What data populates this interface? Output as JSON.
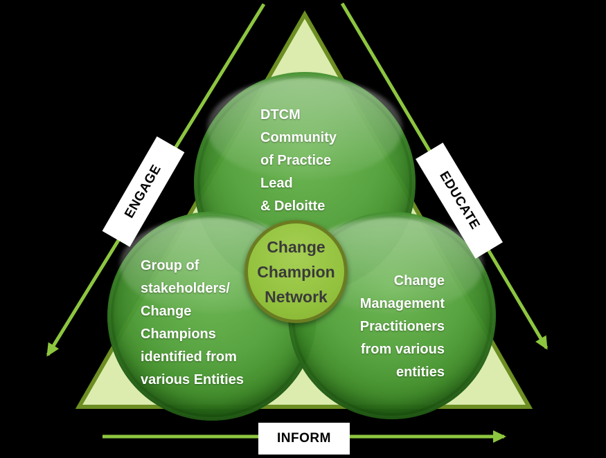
{
  "edges": {
    "engage_label": "ENGAGE",
    "educate_label": "EDUCATE",
    "inform_label": "INFORM"
  },
  "circles": {
    "top": "DTCM\nCommunity\nof Practice\nLead\n& Deloitte",
    "left": "Group of\nstakeholders/\nChange\nChampions\nidentified from\nvarious Entities",
    "right": "Change\nManagement\nPractitioners\nfrom various\nentities",
    "center": "Change\nChampion\nNetwork"
  },
  "colors": {
    "background": "#000000",
    "triangle_fill": "#dcecae",
    "triangle_border": "#6c8e22",
    "arrow_green": "#8dc63f",
    "circle_green": "#3a8824",
    "center_circle_fill": "#93c23e",
    "center_circle_border": "#6b7c21",
    "circle_text_color": "#ffffff",
    "center_text_color": "#3a3a3a",
    "edge_label_bg": "#ffffff",
    "edge_label_text": "#000000"
  }
}
